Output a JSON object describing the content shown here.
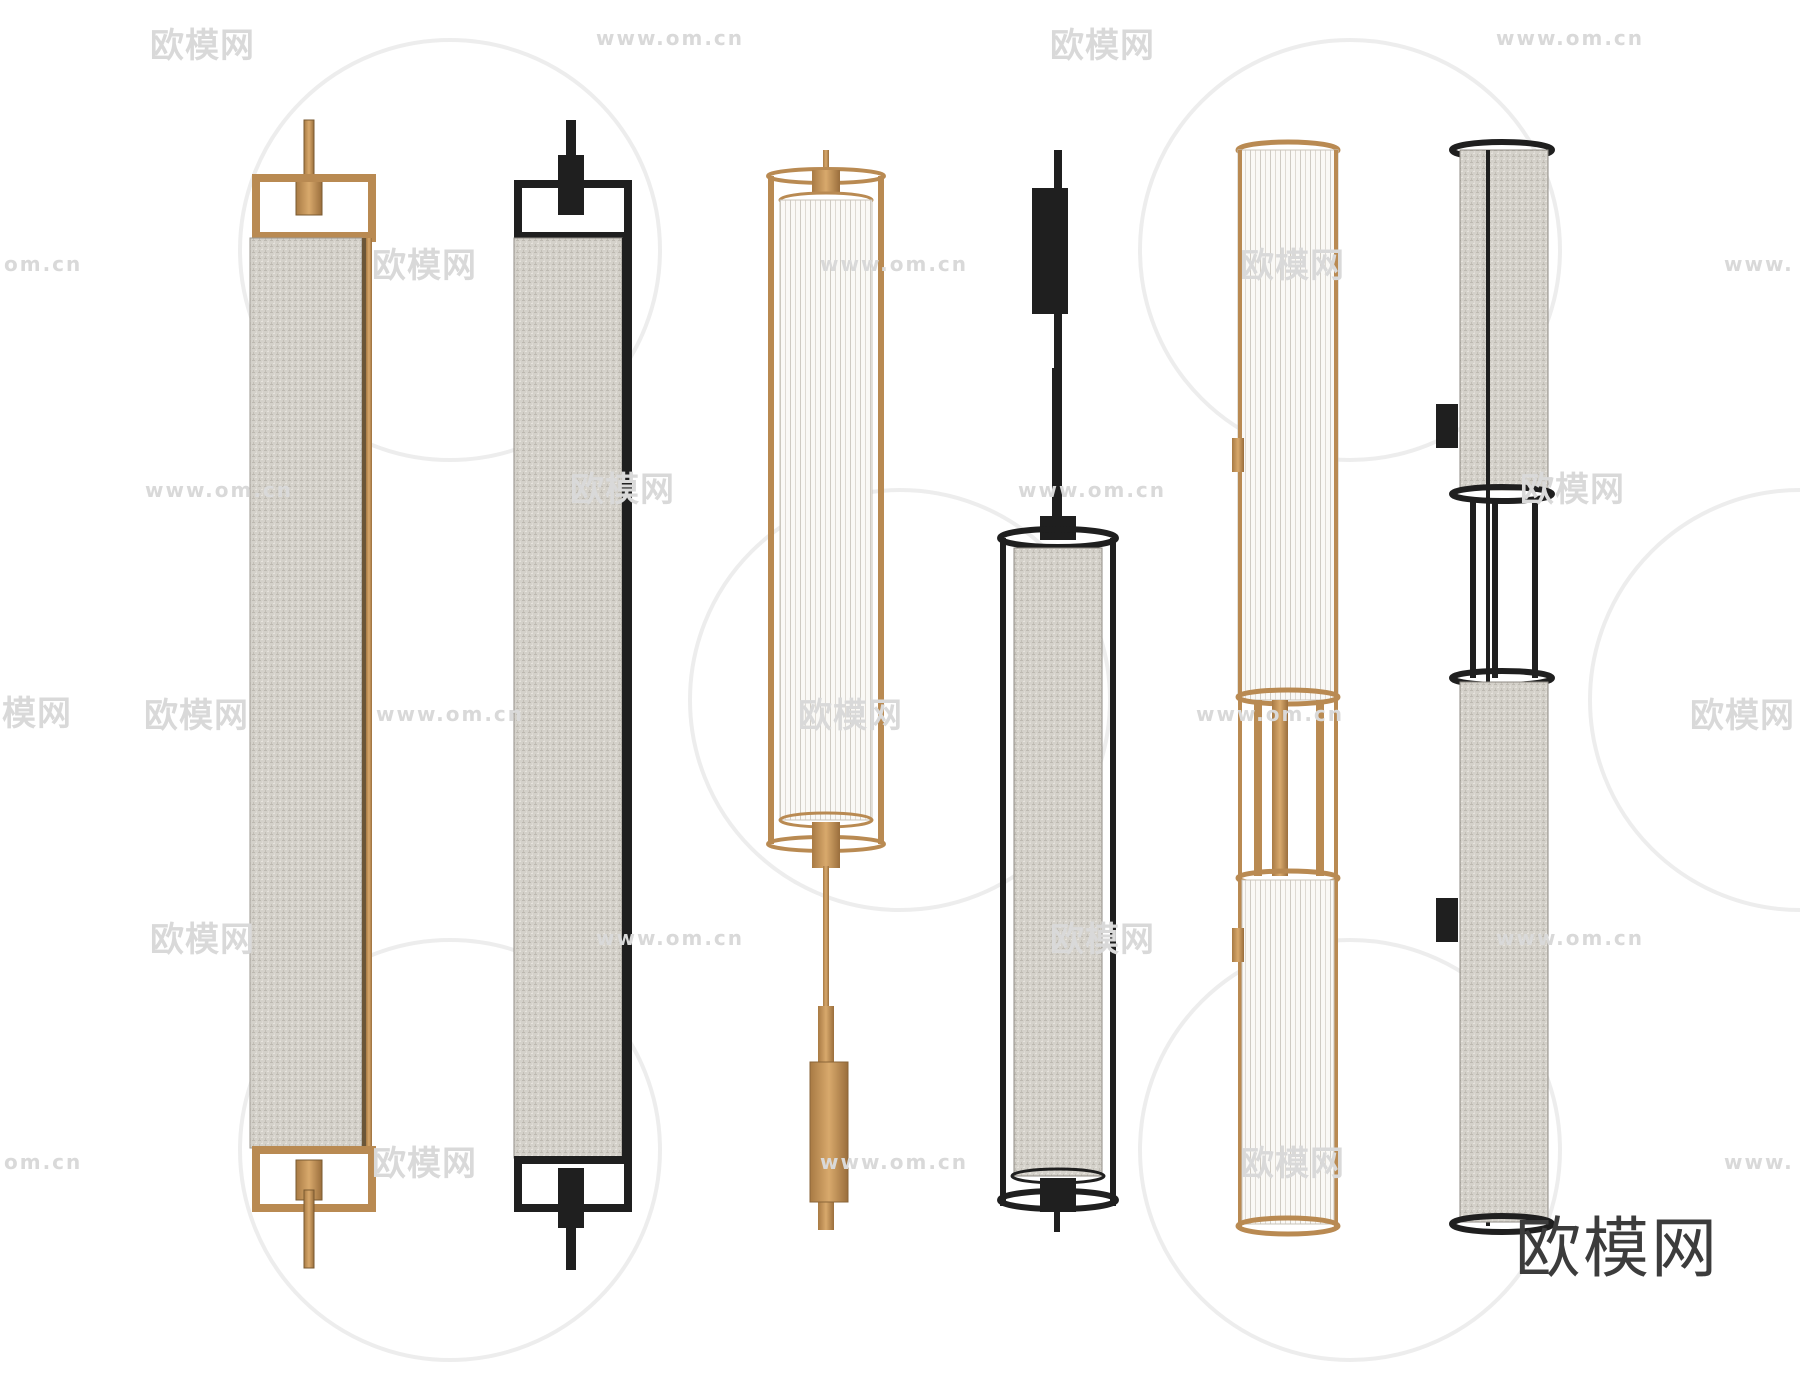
{
  "watermark": {
    "logo_text": "欧模网",
    "url_text": "www.om.cn",
    "url_fragment_left": "om.cn",
    "url_fragment_right": "www.",
    "logo_fragment": "模网"
  },
  "brand_logo_text": "欧模网",
  "colors": {
    "brass": "#c8975a",
    "brass_dark": "#8a6538",
    "black_metal": "#1f1f1f",
    "linen": "#d6d3cc",
    "glass_rod": "#f3f1ec",
    "watermark": "#d9d9d9"
  },
  "lamps": [
    {
      "name": "brass-frame-linen-lamp",
      "finish": "brass",
      "shade": "linen"
    },
    {
      "name": "black-frame-linen-lamp",
      "finish": "black",
      "shade": "linen"
    },
    {
      "name": "brass-cage-glass-rod-lamp",
      "finish": "brass",
      "shade": "glass-rods"
    },
    {
      "name": "black-pendant-linen-lamp",
      "finish": "black",
      "shade": "linen"
    },
    {
      "name": "brass-double-glass-rod-lamp",
      "finish": "brass",
      "shade": "glass-rods"
    },
    {
      "name": "black-double-linen-lamp",
      "finish": "black",
      "shade": "linen"
    }
  ]
}
